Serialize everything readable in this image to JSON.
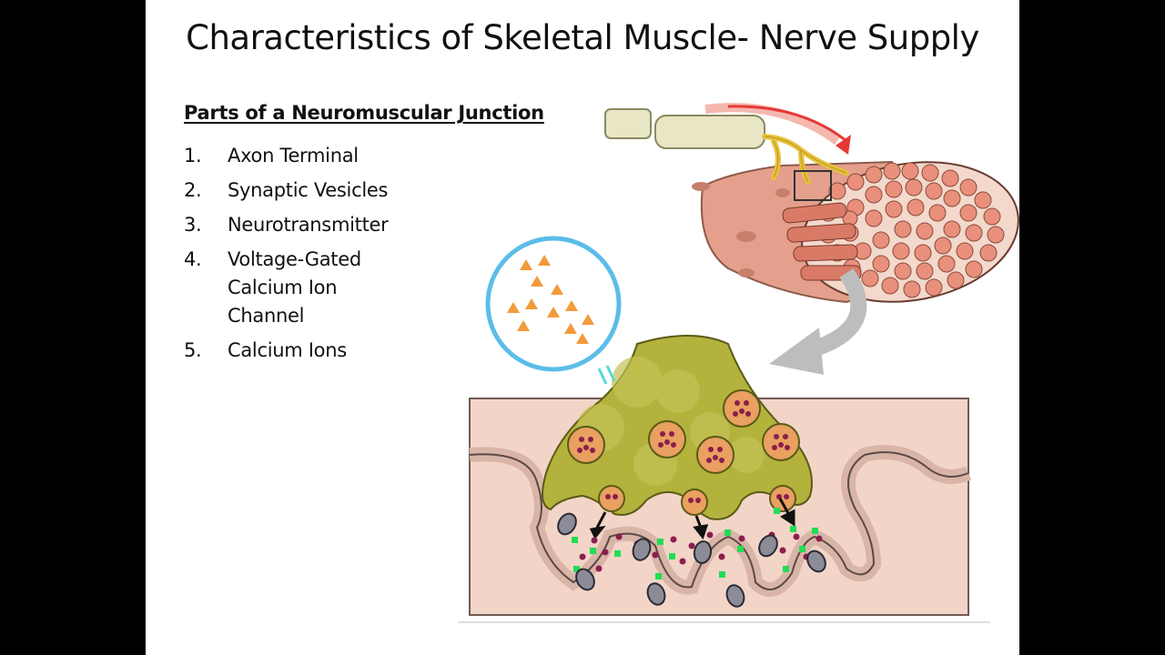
{
  "slide": {
    "title": "Characteristics of Skeletal Muscle- Nerve Supply",
    "subheading": "Parts of a Neuromuscular Junction",
    "list": [
      {
        "num": "1.",
        "text": "Axon Terminal"
      },
      {
        "num": "2.",
        "text": "Synaptic Vesicles"
      },
      {
        "num": "3.",
        "text": "Neurotransmitter"
      },
      {
        "num": "4.",
        "text": "Voltage-Gated Calcium Ion Channel"
      },
      {
        "num": "5.",
        "text": "Calcium Ions"
      }
    ]
  },
  "colors": {
    "background": "#000000",
    "slide": "#ffffff",
    "axon_terminal": "#b3b23c",
    "vesicle": "#e9a060",
    "neurotransmitter_dot": "#8b1e4d",
    "calcium_ion": "#22dd55",
    "muscle": "#f2d6c9",
    "circle_outline": "#5bbde8",
    "nerve_arrow": "#e53935"
  }
}
